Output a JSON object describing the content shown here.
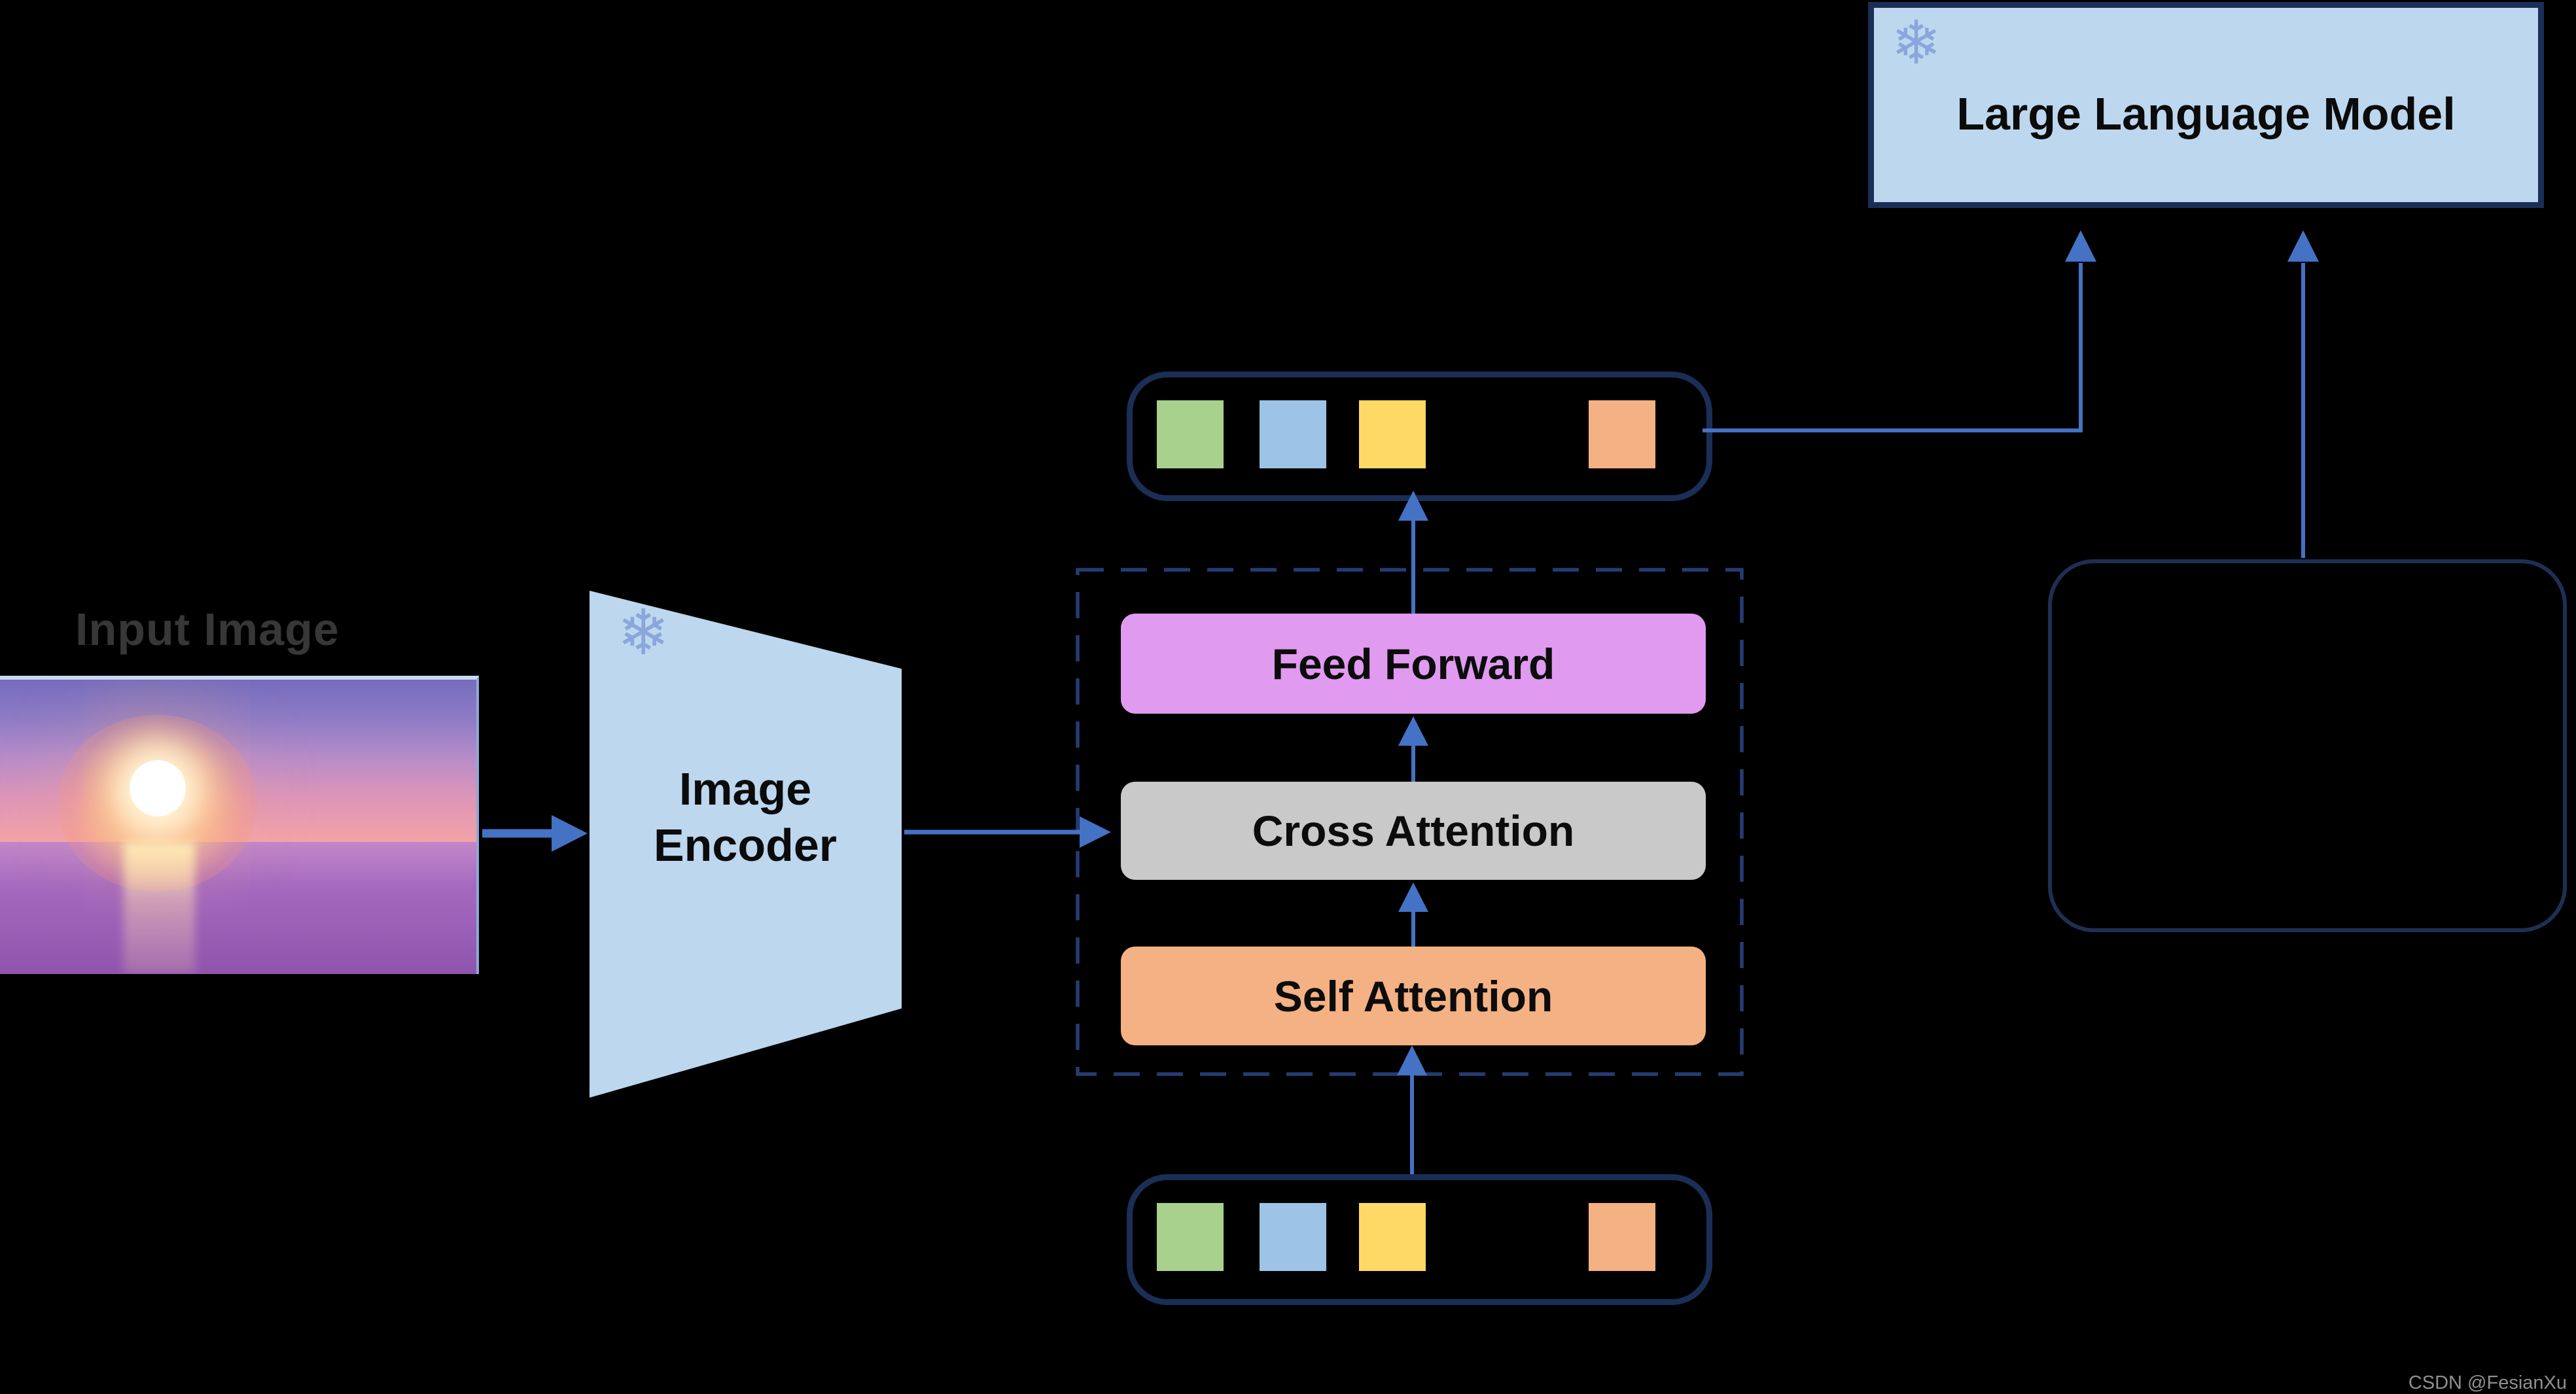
{
  "labels": {
    "input_image": "Input Image",
    "image_encoder": "Image Encoder",
    "feed_forward": "Feed Forward",
    "cross_attention": "Cross Attention",
    "self_attention": "Self Attention",
    "llm": "Large Language Model",
    "watermark": "CSDN @FesianXu"
  },
  "icons": {
    "snowflake_glyph": "❄",
    "snowflake_meaning": "frozen-parameters"
  },
  "colors": {
    "background": "#000000",
    "light_blue_fill": "#bdd7ee",
    "navy_border": "#1b2e57",
    "dashed_border": "#253c74",
    "arrow_blue": "#4472c4",
    "feed_forward_fill": "#e09aef",
    "cross_attention_fill": "#c9c9c9",
    "self_attention_fill": "#f4b183",
    "snowflake_blue": "#8ba6da",
    "input_label_gray": "#373737",
    "watermark_gray": "#8f8f8f"
  },
  "token_row": {
    "colors": [
      "#a9d18e",
      "#9dc3e6",
      "#ffd966",
      "#f4b183"
    ],
    "offsets": [
      37,
      194,
      346,
      697
    ]
  }
}
